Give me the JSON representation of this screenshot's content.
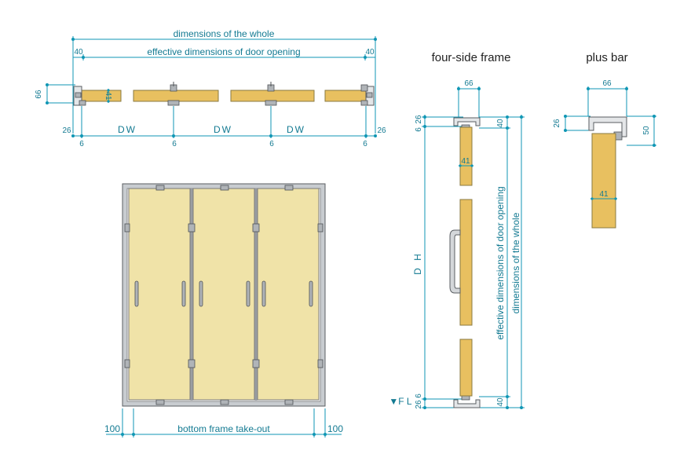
{
  "titles": {
    "four_side_frame": "four-side frame",
    "plus_bar": "plus bar"
  },
  "plan": {
    "whole": "dimensions of the whole",
    "effective": "effective dimensions of door opening",
    "left_40": "40",
    "right_40": "40",
    "height_66": "66",
    "panel_41": "41",
    "left_26": "26",
    "right_26": "26",
    "dw1": "DW",
    "dw2": "DW",
    "dw3": "DW",
    "six1": "6",
    "six2": "6",
    "six3": "6",
    "six4": "6"
  },
  "elevation": {
    "left_100": "100",
    "right_100": "100",
    "bottom_frame": "bottom frame take-out"
  },
  "section": {
    "w66": "66",
    "top_6": "6",
    "top_26": "26",
    "top_40": "40",
    "panel_41": "41",
    "dh": "D H",
    "effective": "effective dimensions of door opening",
    "whole": "dimensions of the whole",
    "fl": "▼F L",
    "bot_26": "26",
    "bot_6": "6",
    "bot_40": "40"
  },
  "plusbar": {
    "w66": "66",
    "h26": "26",
    "h50": "50",
    "panel_41": "41"
  }
}
